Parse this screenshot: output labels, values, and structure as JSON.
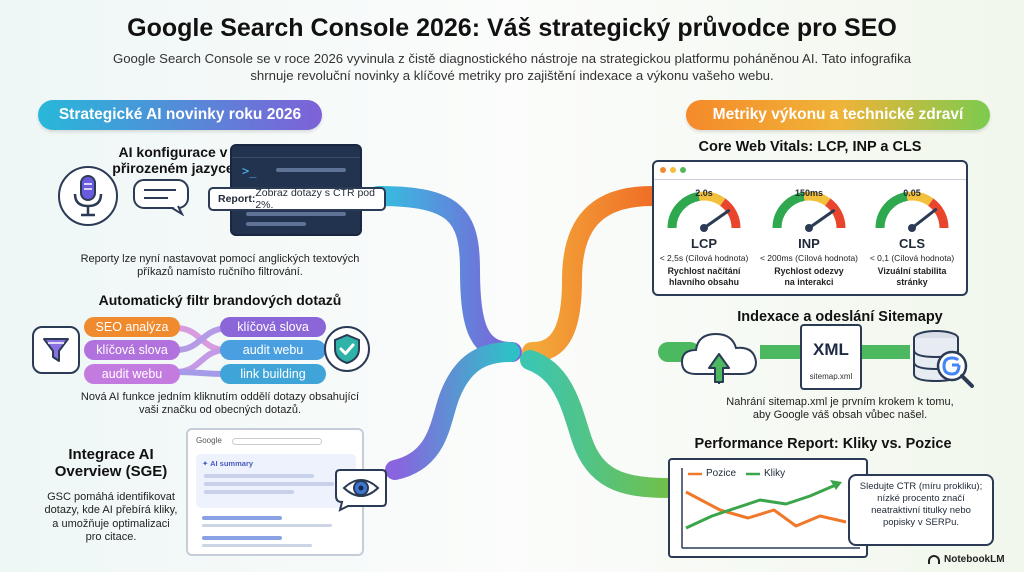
{
  "header": {
    "title": "Google Search Console 2026: Váš strategický průvodce pro SEO",
    "subtitle": "Google Search Console se v roce 2026 vyvinula z čistě diagnostického nástroje na strategickou platformu poháněnou AI. Tato infografika shrnuje revoluční novinky a klíčové metriky pro zajištění indexace a výkonu vašeho webu."
  },
  "left": {
    "pill": "Strategické AI novinky roku 2026",
    "ai_config": {
      "title_line1": "AI konfigurace v",
      "title_line2": "přirozeném jazyce",
      "bubble_bold": "Report:",
      "bubble_text": " Zobraz dotazy s CTR pod 2%.",
      "desc_line1": "Reporty lze nyní nastavovat pomocí anglických textových",
      "desc_line2": "příkazů namísto ručního filtrování."
    },
    "brand_filter": {
      "title": "Automatický filtr brandových dotazů",
      "chips_left": [
        "SEO analýza",
        "klíčová slova",
        "audit webu"
      ],
      "chips_right": [
        "klíčová slova",
        "audit webu",
        "link building"
      ],
      "desc_line1": "Nová AI funkce jedním kliknutím oddělí dotazy obsahující",
      "desc_line2": "vaši značku od obecných dotazů."
    },
    "sge": {
      "title_line1": "Integrace AI",
      "title_line2": "Overview (SGE)",
      "google_label": "Google",
      "ai_summary_label": "AI summary",
      "desc_line1": "GSC pomáhá identifikovat",
      "desc_line2": "dotazy, kde AI přebírá kliky,",
      "desc_line3": "a umožňuje optimalizaci",
      "desc_line4": "pro citace."
    }
  },
  "right": {
    "pill": "Metriky výkonu a technické zdraví",
    "cwv": {
      "title": "Core Web Vitals: LCP, INP a CLS",
      "gauges": [
        {
          "value": "2.0s",
          "metric": "LCP",
          "target": "< 2,5s (Cílová hodnota)",
          "desc_line1": "Rychlost načítání",
          "desc_line2": "hlavního obsahu",
          "level": 0.35
        },
        {
          "value": "150ms",
          "metric": "INP",
          "target": "< 200ms (Cílová hodnota)",
          "desc_line1": "Rychlost odezvy",
          "desc_line2": "na interakci",
          "level": 0.35
        },
        {
          "value": "0.05",
          "metric": "CLS",
          "target": "< 0,1 (Cílová hodnota)",
          "desc_line1": "Vizuální stabilita",
          "desc_line2": "stránky",
          "level": 0.3
        }
      ]
    },
    "sitemap": {
      "title": "Indexace a odeslání Sitemapy",
      "xml_label": "XML",
      "file_label": "sitemap.xml",
      "desc_line1": "Nahrání sitemap.xml je prvním krokem k tomu,",
      "desc_line2": "aby Google váš obsah vůbec našel."
    },
    "performance": {
      "title": "Performance Report: Kliky vs. Pozice",
      "legend_position": "Pozice",
      "legend_clicks": "Kliky",
      "note_line1": "Sledujte CTR (míru prokliku);",
      "note_line2": "nízké procento značí",
      "note_line3": "neatraktivní titulky nebo",
      "note_line4": "popisky v SERPu."
    }
  },
  "footer": {
    "brand": "NotebookLM"
  },
  "colors": {
    "orange": "#f0782a",
    "green": "#3aa54a",
    "teal": "#27b8d9",
    "purple": "#7e61d8"
  }
}
